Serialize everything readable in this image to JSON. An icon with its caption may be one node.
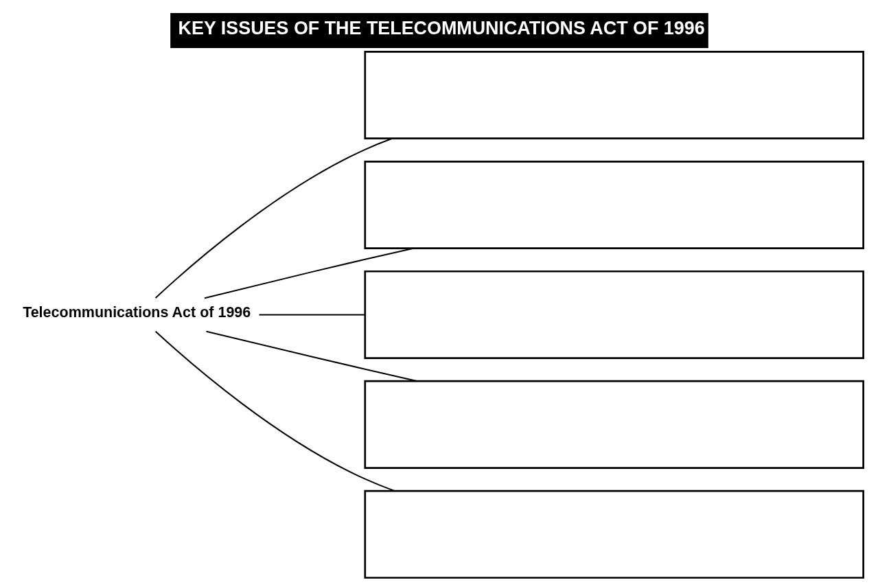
{
  "diagram": {
    "title": "KEY ISSUES OF THE TELECOMMUNICATIONS ACT OF 1996",
    "nodes": [
      {
        "text": [
          "Telecommunications Act of 1996"
        ]
      },
      {
        "text": [],
        "shape": "box"
      },
      {
        "text": [],
        "shape": "box"
      },
      {
        "text": [],
        "shape": "box"
      },
      {
        "text": [],
        "shape": "box"
      },
      {
        "text": [],
        "shape": "box"
      }
    ],
    "edges": [
      {
        "from": 0,
        "to": 1,
        "arrow": "none"
      },
      {
        "from": 0,
        "to": 2,
        "arrow": "none"
      },
      {
        "from": 0,
        "to": 3,
        "arrow": "none"
      },
      {
        "from": 0,
        "to": 4,
        "arrow": "none"
      },
      {
        "from": 0,
        "to": 5,
        "arrow": "none"
      }
    ]
  }
}
